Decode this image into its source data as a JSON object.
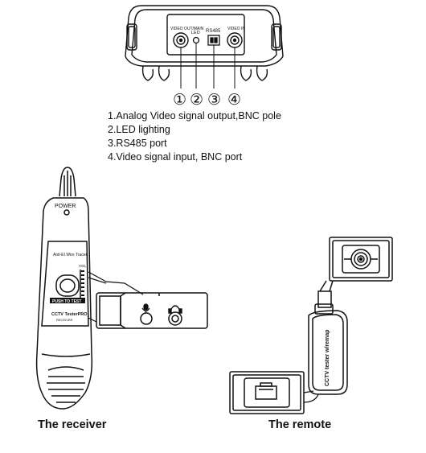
{
  "top_device": {
    "port_labels": {
      "video_out": "VIDEO OUT/MAIN",
      "led": "LED",
      "rs485": "RS485",
      "video_in": "VIDEO IN"
    },
    "callouts": [
      "①",
      "②",
      "③",
      "④"
    ]
  },
  "descriptions": [
    "1.Analog Video signal output,BNC pole",
    "2.LED lighting",
    "3.RS485 port",
    "4.Video signal input, BNC port"
  ],
  "receiver": {
    "power_label": "POWER",
    "brand_label": "Anti-EI Wire Tracer",
    "vol_label": "VOL",
    "button_label": "PUSH TO TEST",
    "model_label": "CCTV TesterPRO",
    "model_sub": "RECEIVER",
    "caption": "The receiver"
  },
  "remote": {
    "body_label": "CCTV tester w/remap",
    "caption": "The remote"
  }
}
